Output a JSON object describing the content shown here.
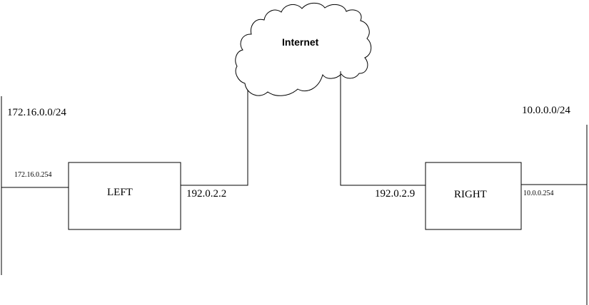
{
  "diagram": {
    "cloud_label": "Internet",
    "left_network": {
      "subnet": "172.16.0.0/24",
      "inside_ip": "172.16.0.254",
      "router_name": "LEFT",
      "outside_ip": "192.0.2.2"
    },
    "right_network": {
      "subnet": "10.0.0.0/24",
      "inside_ip": "10.0.0.254",
      "router_name": "RIGHT",
      "outside_ip": "192.0.2.9"
    },
    "colors": {
      "line": "#000000",
      "background": "#ffffff"
    }
  }
}
